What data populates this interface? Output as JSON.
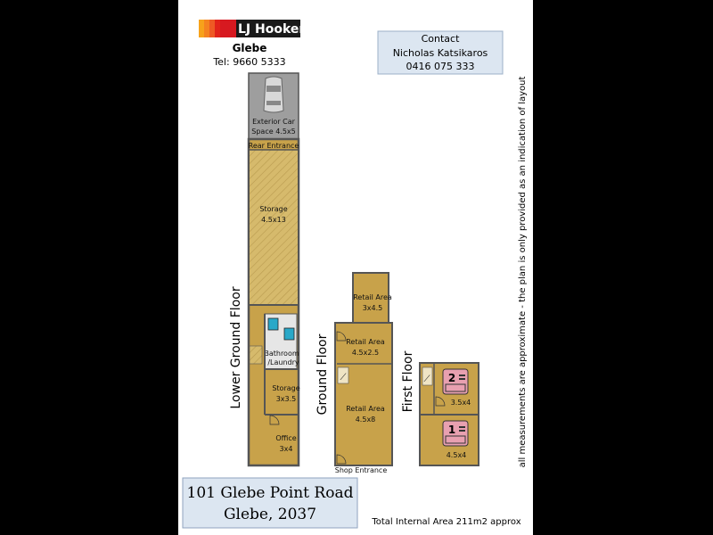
{
  "header": {
    "brand": "LJ Hooker",
    "office": "Glebe",
    "phone": "Tel: 9660 5333"
  },
  "contact": {
    "title": "Contact",
    "name": "Nicholas Katsikaros",
    "phone": "0416 075 333"
  },
  "floors": {
    "lower_ground": "Lower Ground Floor",
    "ground": "Ground Floor",
    "first": "First Floor"
  },
  "rooms": {
    "car_space": "Exterior Car",
    "car_space_size": "Space 4.5x5",
    "rear_entrance": "Rear Entrance",
    "storage_big": "Storage",
    "storage_big_size": "4.5x13",
    "bathroom": "Bathroom",
    "laundry": "/Laundry",
    "storage_small": "Storage",
    "storage_small_size": "3x3.5",
    "office": "Office",
    "office_size": "3x4",
    "retail_top": "Retail Area",
    "retail_top_size": "3x4.5",
    "retail_mid": "Retail Area",
    "retail_mid_size": "4.5x2.5",
    "retail_main": "Retail Area",
    "retail_main_size": "4.5x8",
    "shop_entrance": "Shop Entrance",
    "bedroom2_num": "2",
    "bedroom2_size": "3.5x4",
    "bedroom1_num": "1",
    "bedroom1_size": "4.5x4"
  },
  "address": {
    "line1": "101 Glebe Point Road",
    "line2": "Glebe, 2037"
  },
  "total_area": "Total Internal Area 211m2 approx",
  "disclaimer": "all measurements are approximate - the plan is only provided as an indication of layout",
  "colors": {
    "room_fill": "#C8A24A",
    "hatch_fill": "#D8BC6E",
    "wall": "#5A5A5A",
    "car_space": "#9E9E9E",
    "address_box": "#DCE6F1",
    "bedroom_icon": "#E8A0B0",
    "bathroom_icon": "#29A8C8"
  }
}
